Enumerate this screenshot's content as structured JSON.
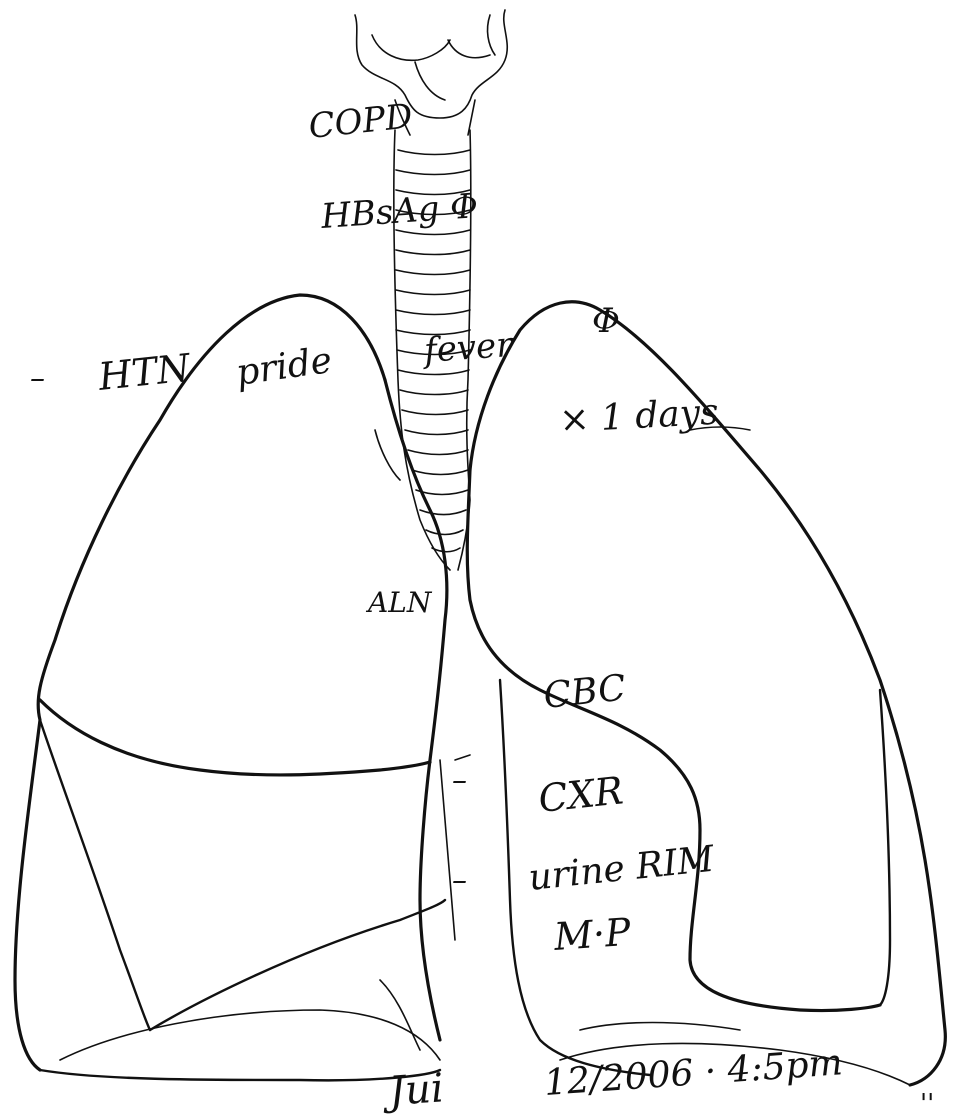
{
  "notes": {
    "copd": "COPD",
    "hbs": "HBsAg Φ",
    "fever": "fever",
    "fever_tag": "Φ",
    "htn": "HTN",
    "pride": "pride",
    "days": "× 1 days",
    "aln": "ALN",
    "cbc": "CBC",
    "cxr": "CXR",
    "urine": "urine RIM",
    "mp": "M·P",
    "sign": "Jui",
    "date": "12/2006 · 4:5pm",
    "dash_a": "–",
    "dash_b": "–",
    "dash_c": "–",
    "dash_d": "–",
    "corner": "''"
  }
}
